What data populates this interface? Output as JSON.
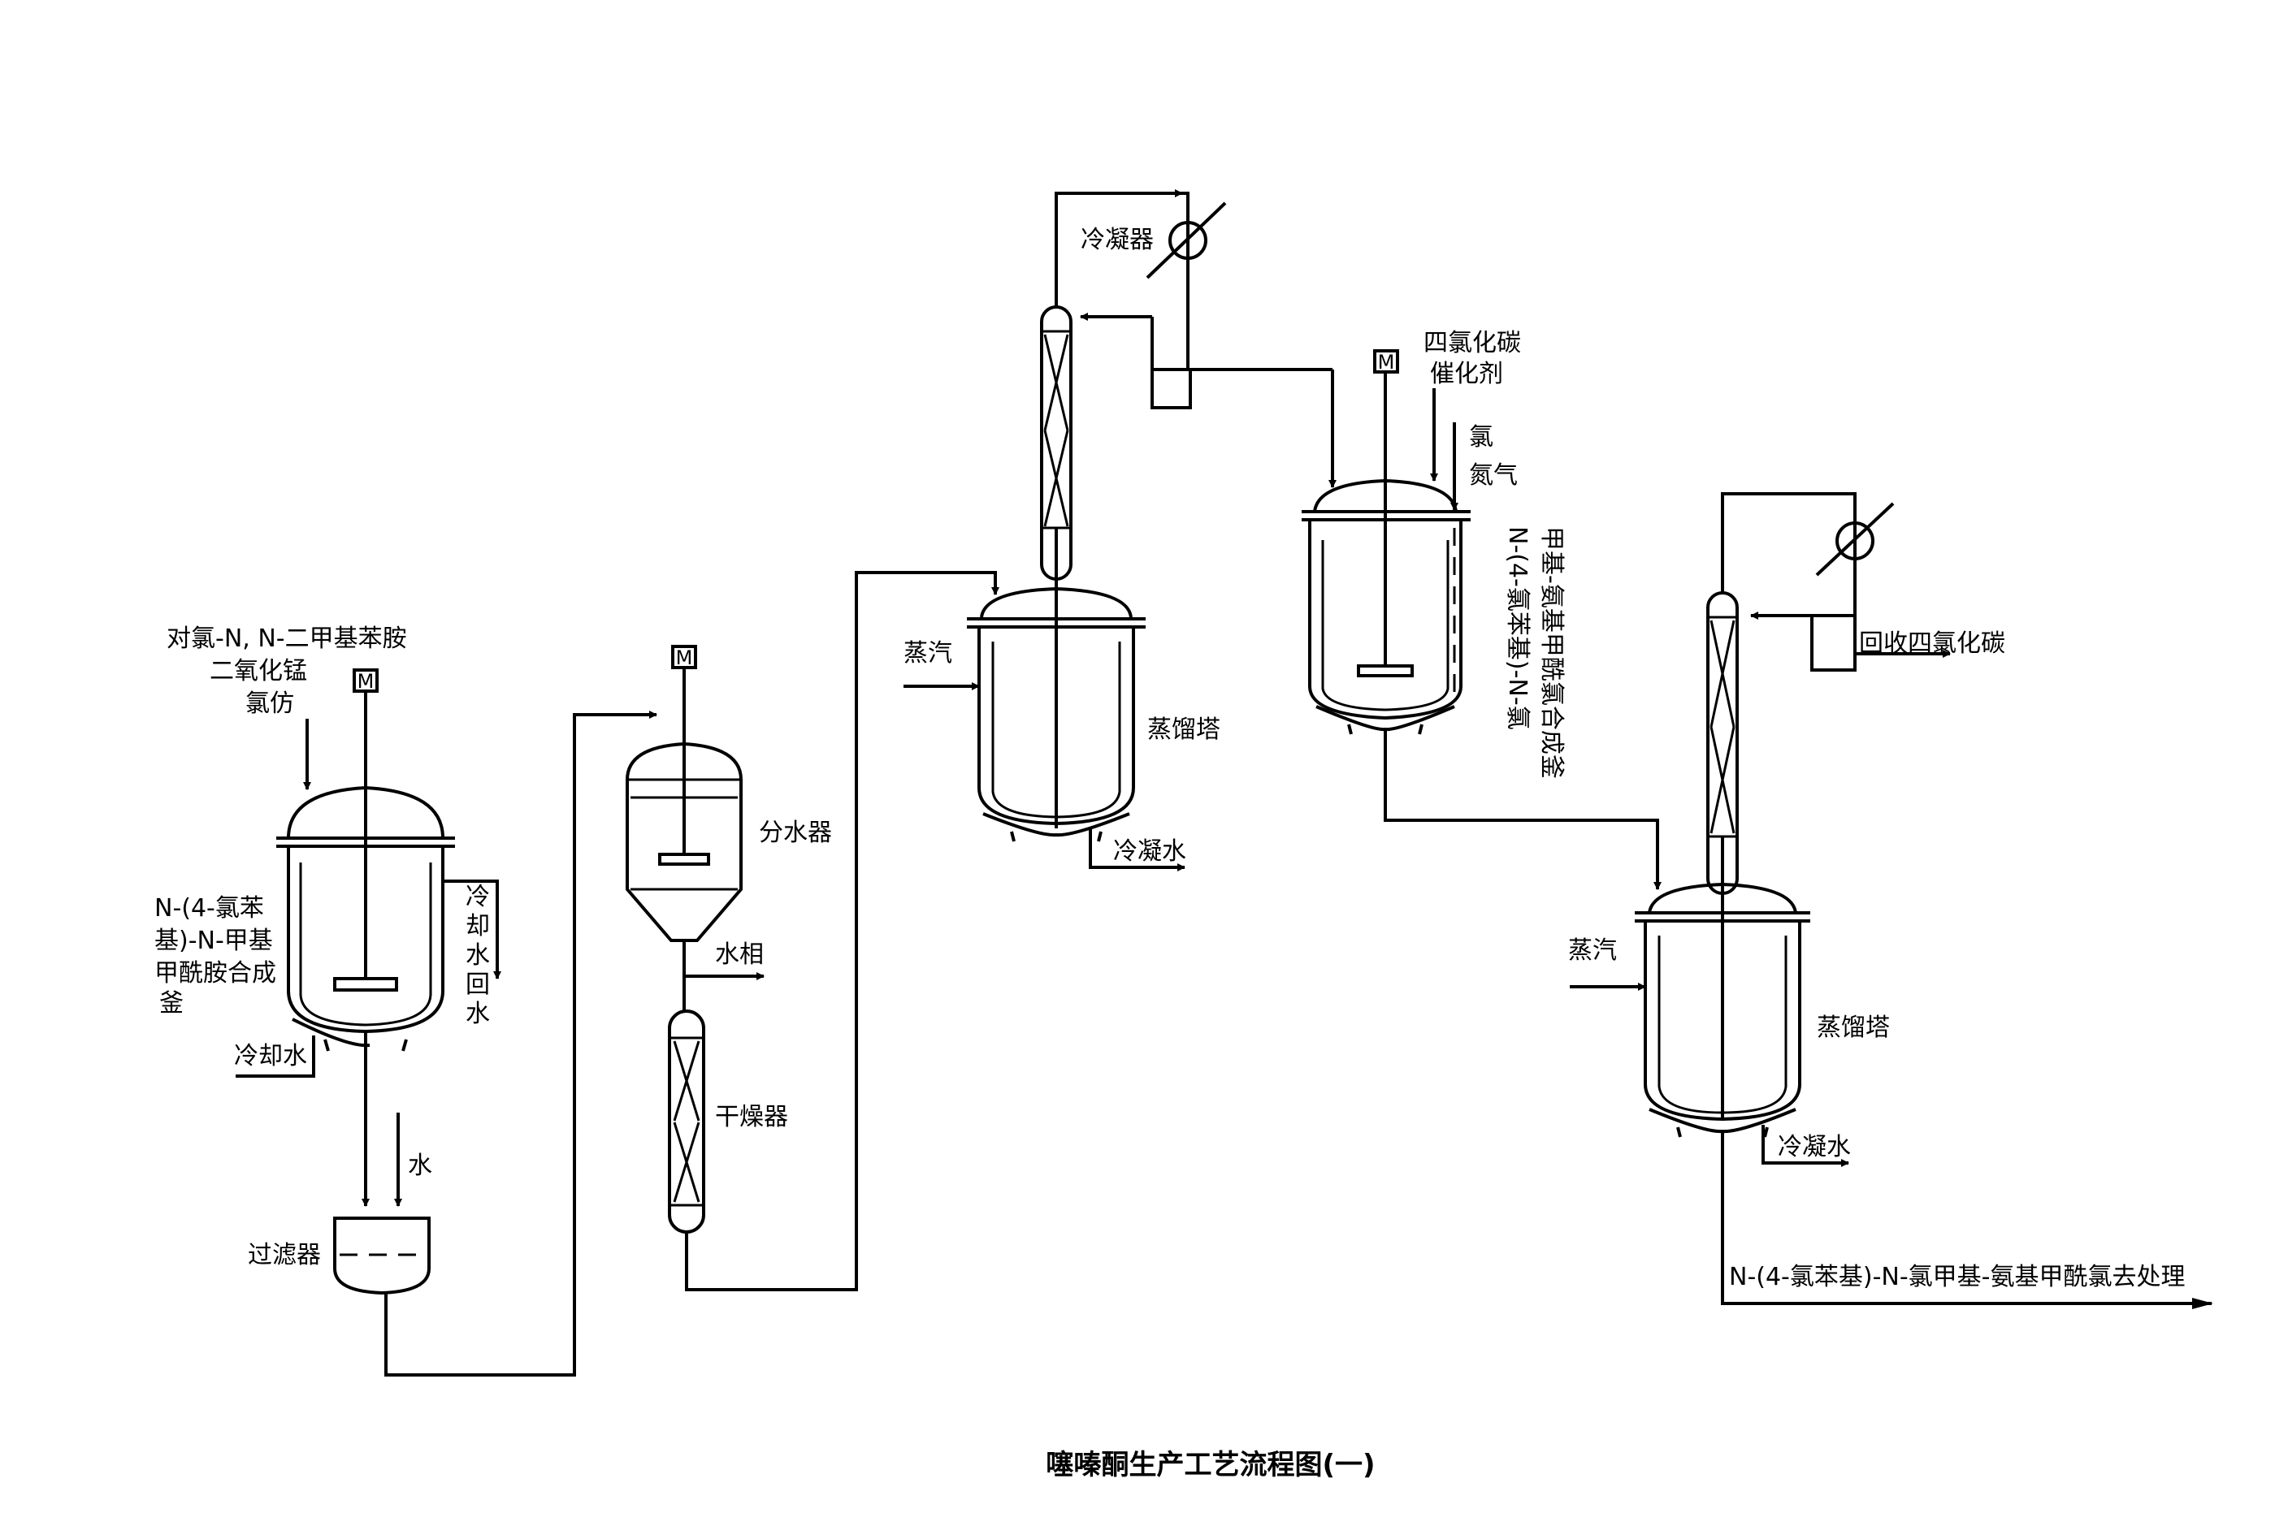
{
  "caption": "噻嗪酮生产工艺流程图(一)",
  "motor_label": "M",
  "labels": {
    "feed1_line1": "对氯-N, N-二甲基苯胺",
    "feed1_line2": "二氧化锰",
    "feed1_line3": "氯仿",
    "reactor1_line1": "N-(4-氯苯",
    "reactor1_line2": "基)-N-甲基",
    "reactor1_line3": "甲酰胺合成",
    "reactor1_line4": "釜",
    "cw_return_1": "冷",
    "cw_return_2": "却",
    "cw_return_3": "水",
    "cw_return_4": "回",
    "cw_return_5": "水",
    "cooling_water_in": "冷却水",
    "water": "水",
    "filter": "过滤器",
    "separator": "分水器",
    "water_phase": "水相",
    "dryer": "干燥器",
    "condenser1": "冷凝器",
    "steam1": "蒸汽",
    "column1": "蒸馏塔",
    "condensate1": "冷凝水",
    "ccl4_line1": "四氯化碳",
    "ccl4_line2": "催化剂",
    "chlorine": "氯",
    "nitrogen": "氮气",
    "reactor2_col1": "N-(4-氯苯基)-N-氯",
    "reactor2_col2": "甲基-氨基甲酰氯合成釜",
    "recover_ccl4": "回收四氯化碳",
    "steam2": "蒸汽",
    "column2": "蒸馏塔",
    "condensate2": "冷凝水",
    "product_out": "N-(4-氯苯基)-N-氯甲基-氨基甲酰氯去处理"
  }
}
